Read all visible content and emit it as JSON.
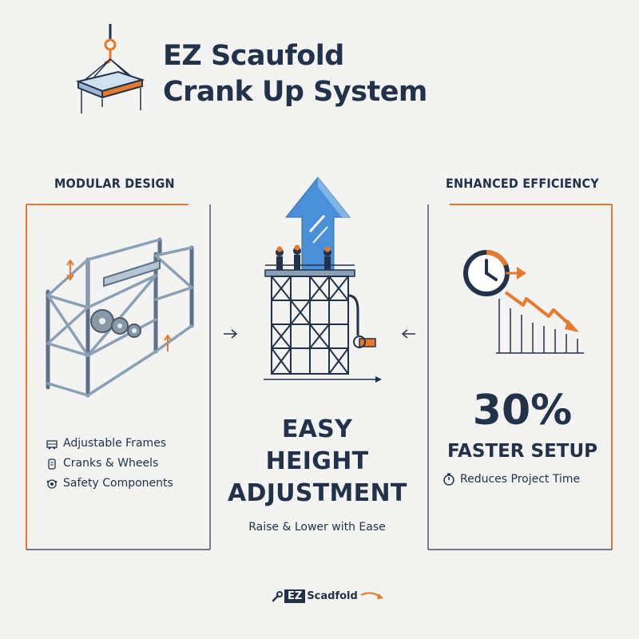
{
  "title": {
    "line1": "EZ Scaufold",
    "line2": "Crank Up System"
  },
  "left": {
    "heading": "MODULAR DESIGN",
    "features": [
      {
        "icon": "frame-icon",
        "label": "Adjustable Frames"
      },
      {
        "icon": "crank-icon",
        "label": "Cranks & Wheels"
      },
      {
        "icon": "safety-icon",
        "label": "Safety Components"
      }
    ]
  },
  "center": {
    "headline": [
      "EASY",
      "HEIGHT",
      "ADJUSTMENT"
    ],
    "subtitle": "Raise & Lower with Ease"
  },
  "right": {
    "heading": "ENHANCED EFFICIENCY",
    "percent": "30%",
    "stat_label": "FASTER SETUP",
    "note": "Reduces Project Time"
  },
  "footer": {
    "badge": "EZ",
    "brand": "Scadfold"
  },
  "colors": {
    "navy": "#22324a",
    "orange": "#e8782a",
    "steel": "#6d8299",
    "blue": "#4a90d9"
  }
}
